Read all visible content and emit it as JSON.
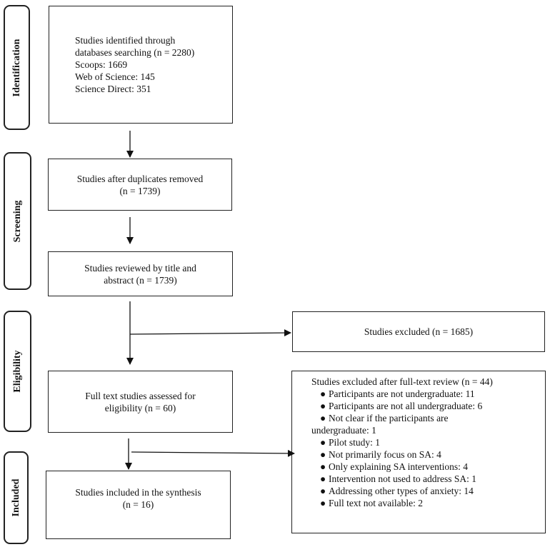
{
  "phases": [
    {
      "label": "Identification"
    },
    {
      "label": "Screening"
    },
    {
      "label": "Eligibility"
    },
    {
      "label": "Included"
    }
  ],
  "boxes": {
    "identified": {
      "lines": [
        "Studies identified through",
        "databases searching (n = 2280)",
        "Scoops: 1669",
        "Web of Science: 145",
        "Science Direct: 351"
      ]
    },
    "duplicates_removed": {
      "lines": [
        "Studies after duplicates removed",
        "(n = 1739)"
      ]
    },
    "title_abstract": {
      "lines": [
        "Studies reviewed by title and",
        "abstract (n = 1739)"
      ]
    },
    "excluded": {
      "text": "Studies excluded (n = 1685)"
    },
    "full_text": {
      "lines": [
        "Full text studies assessed for",
        "eligibility (n = 60)"
      ]
    },
    "excluded_full_text": {
      "title": "Studies excluded after full-text review (n = 44)",
      "bullet_symbol": "●",
      "items": [
        "Participants are not undergraduate: 11",
        "Participants are not all undergraduate: 6",
        "Not clear if the participants are",
        "undergraduate: 1",
        "Pilot study: 1",
        "Not primarily focus on SA: 4",
        "Only explaining SA interventions: 4",
        "Intervention not used to address SA: 1",
        "Addressing other types of anxiety: 14",
        "Full text not available: 2"
      ]
    },
    "included": {
      "lines": [
        "Studies included in the synthesis",
        "(n = 16)"
      ]
    }
  }
}
